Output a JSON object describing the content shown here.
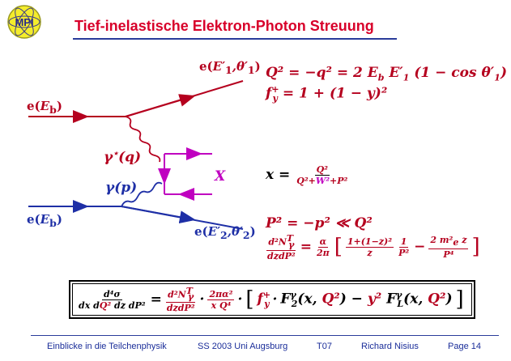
{
  "title": "Tief-inelastische Elektron-Photon Streuung",
  "logo": {
    "text": "MPI",
    "icon": "mpi-atom-logo-icon"
  },
  "diagram": {
    "e_in_top": "e(",
    "e_in_top_sym": "E",
    "e_in_top_sub": "b",
    "e_out_top": "e(",
    "e_out_top_sym": "E′",
    "e_out_top_sub": "1",
    "e_out_top_theta": ",θ′",
    "e_out_top_theta_sub": "1",
    "gamma_star": "γ",
    "gamma_star_sup": "⋆",
    "gamma_star_arg": "(q)",
    "gamma": "γ",
    "gamma_arg": "(p)",
    "x_label": "X",
    "e_in_bot": "e(",
    "e_in_bot_sym": "E",
    "e_in_bot_sub": "b",
    "e_out_bot": "e(",
    "e_out_bot_sym": "E′",
    "e_out_bot_sub": "2",
    "e_out_bot_theta": ",θ′",
    "e_out_bot_theta_sub": "2"
  },
  "equations": {
    "q2": "Q² = −q² = 2 E",
    "q2_sub_b": "b",
    "q2_rest": " E′",
    "q2_sub_1": "1",
    "q2_tail": " (1 − cos θ′",
    "q2_tail_sub": "1",
    "q2_close": ")",
    "fy": "f",
    "fy_sup": "+",
    "fy_sub": "y",
    "fy_rest": " = 1 + (1 − y)²",
    "x_lhs": "x =",
    "x_num": "Q²",
    "x_den_a": "Q²+",
    "x_den_w": "W²",
    "x_den_b": "+P²",
    "p2": "P² = −p² ≪ ",
    "p2_q": "Q²",
    "flux_num": "d²N",
    "flux_num_sup": "T",
    "flux_num_sub": "γ",
    "flux_den": "dzdP²",
    "flux_eq": "=",
    "flux_a_num": "α",
    "flux_a_den": "2π",
    "flux_b_num": "1+(1−z)²",
    "flux_b_den": "z",
    "flux_c_num": "1",
    "flux_c_den": "P²",
    "flux_minus": "−",
    "flux_d_num": "2 m²",
    "flux_d_num_sub": "e",
    "flux_d_num_z": " z",
    "flux_d_den": "P⁴"
  },
  "boxed": {
    "lhs_num": "d⁴σ",
    "lhs_den_a": "dx d",
    "lhs_den_q": "Q²",
    "lhs_den_b": " dz dP²",
    "eq": "=",
    "f_num": "d²N",
    "f_num_sup": "T",
    "f_num_sub": "γ",
    "f_den": "dzdP²",
    "dot": "·",
    "k_num": "2πα²",
    "k_den_a": "x ",
    "k_den_q": "Q⁴",
    "bracket_open": "[",
    "fy": "f",
    "fy_sup": "+",
    "fy_sub": "y",
    "dot2": "·",
    "F2": "F",
    "F2_sup": "γ",
    "F2_sub": "2",
    "F2_arg_a": "(x, ",
    "F2_arg_q": "Q²",
    "F2_arg_b": ") − ",
    "y2": "y²",
    "FL": " F",
    "FL_sup": "γ",
    "FL_sub": "L",
    "FL_arg_a": "(x, ",
    "FL_arg_q": "Q²",
    "FL_arg_b": ")",
    "bracket_close": "]"
  },
  "footer": {
    "course": "Einblicke in die Teilchenphysik",
    "term": "SS 2003 Uni Augsburg",
    "code": "T07",
    "author": "Richard Nisius",
    "page": "Page 14"
  },
  "colors": {
    "title": "#d8002a",
    "electron": "#b5001e",
    "photon": "#1e2fa6",
    "hadronic": "#c000c0",
    "rule": "#2a3c9a"
  }
}
